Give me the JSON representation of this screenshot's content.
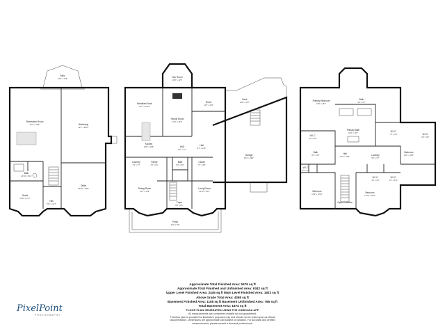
{
  "floors": {
    "basement": {
      "rooms": [
        {
          "name": "Patio",
          "dim": "14'0\" x 14'5\""
        },
        {
          "name": "Recreation Room",
          "dim": "21'0\" x 29'9\""
        },
        {
          "name": "Workshop",
          "dim": "12'4\" x 28'11\""
        },
        {
          "name": "Bath",
          "dim": "10'10\" x 6'11\""
        },
        {
          "name": "Guest",
          "dim": "10'10\" x 11'7\""
        },
        {
          "name": "Hall",
          "dim": "9'11\" x 14'7\""
        },
        {
          "name": "Office",
          "dim": "15'10\" x 18'8\""
        }
      ]
    },
    "main": {
      "rooms": [
        {
          "name": "Sun Room",
          "dim": "18'6\" x 11'5\""
        },
        {
          "name": "Breakfast Nook",
          "dim": "14'0\" x 14'10\""
        },
        {
          "name": "Family Room",
          "dim": "19'6\" x 16'8\""
        },
        {
          "name": "Room",
          "dim": "11'6\" x 11'5\""
        },
        {
          "name": "Deck",
          "dim": "15'8\" x 10'7\""
        },
        {
          "name": "Kitchen",
          "dim": "16'8\" x 19'5\""
        },
        {
          "name": "WIG",
          "dim": "8'1\" x 7'7\""
        },
        {
          "name": "Hall",
          "dim": "8'1\" x 14'6\""
        },
        {
          "name": "Laundry",
          "dim": "7'4\" x 7'7\""
        },
        {
          "name": "Pantry",
          "dim": "7'6\" x 6'1\""
        },
        {
          "name": "Bath",
          "dim": "5'2\" x 5'9\""
        },
        {
          "name": "Closet",
          "dim": "7'1\" x 4'8\""
        },
        {
          "name": "Garage",
          "dim": "30'1\" x 29'0\""
        },
        {
          "name": "Dining Room",
          "dim": "13'1\" x 13'8\""
        },
        {
          "name": "Foyer",
          "dim": "8'9\" x 8'1\""
        },
        {
          "name": "Living Room",
          "dim": "12'10\" x 15'3\""
        },
        {
          "name": "Porch",
          "dim": "24'3\" x 9'9\""
        }
      ]
    },
    "upper": {
      "rooms": [
        {
          "name": "Primary Bedroom",
          "dim": "16'8\" x 18'7\""
        },
        {
          "name": "Bath",
          "dim": "9'0\" x 6'7\""
        },
        {
          "name": "Primary Bath",
          "dim": "16'4\" x 11'9\""
        },
        {
          "name": "W.I.C.",
          "dim": "9'1\" x 4'2\""
        },
        {
          "name": "W.I.C.",
          "dim": "7'6\" x 6'5\""
        },
        {
          "name": "W.I.C.",
          "dim": "5'6\" x 8'2\""
        },
        {
          "name": "Bedroom",
          "dim": "16'0\" x 12'6\""
        },
        {
          "name": "Bath",
          "dim": "8'4\" x 6'9\""
        },
        {
          "name": "Hall",
          "dim": "15'1\" x 11'5\""
        },
        {
          "name": "Laundry",
          "dim": "5'0\" x 3'7\""
        },
        {
          "name": "W.I.C.",
          "dim": "5'1\" x 4'2\""
        },
        {
          "name": "W.I.C.",
          "dim": "4'6\" x 6'3\""
        },
        {
          "name": "W.I.C.",
          "dim": "4'0\" x 5'11\""
        },
        {
          "name": "Bedroom",
          "dim": "13'6\" x 13'11\""
        },
        {
          "name": "Bedroom",
          "dim": "13'10\" x 18'0\""
        },
        {
          "name": "Open To Below",
          "dim": ""
        }
      ]
    }
  },
  "summary": {
    "line1": "Approximate Total Finished Area: 5476 sq ft",
    "line2": "Approximate Total Finished and Unfinished Area: 6342 sq ft",
    "line3": "Upper Level Finished Area: 2445 sq ft   Main Level Finished Area: 1923 sq ft",
    "line4": "Above Grade Total Area: 4368 sq ft",
    "line5": "Basement Finished Area: 1108 sq ft   Basement Unfinished Area: 766 sq ft",
    "line6": "Total Basement Area: 1874 sq ft",
    "line7": "FLOOR PLAN GENERATED USING THE CUBICASA APP",
    "note1": "All measurements are considered reliable but not guaranteed.",
    "note2": "This floor plan is provided for illustrative purposes only and should not be relied upon as official",
    "note3": "documentation. Dimensions are approximate and subject to variation. For accurate and verified",
    "note4": "measurements, please consult a licensed professional."
  },
  "logo": {
    "text": "PixelPoint",
    "sub": "PHOTOGRAPHY"
  }
}
